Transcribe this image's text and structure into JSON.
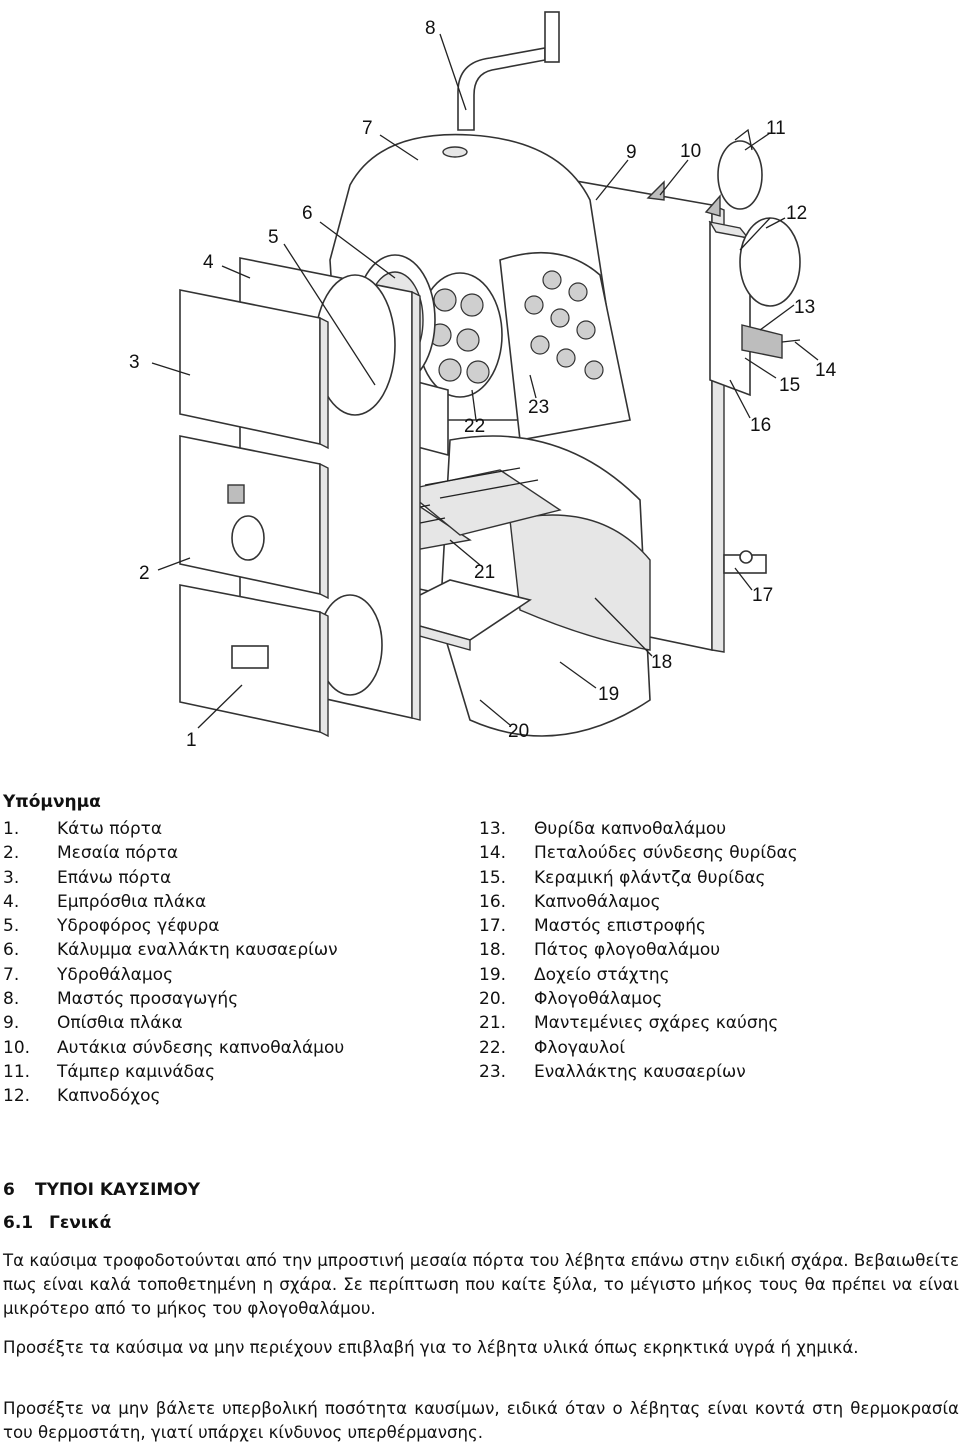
{
  "diagram": {
    "callouts": [
      "1",
      "2",
      "3",
      "4",
      "5",
      "6",
      "7",
      "8",
      "9",
      "10",
      "11",
      "12",
      "13",
      "14",
      "15",
      "16",
      "17",
      "18",
      "19",
      "20",
      "21",
      "22",
      "23"
    ]
  },
  "legend": {
    "title": "Υπόμνημα",
    "left": [
      {
        "num": "1.",
        "label": "Κάτω πόρτα"
      },
      {
        "num": "2.",
        "label": "Μεσαία πόρτα"
      },
      {
        "num": "3.",
        "label": "Επάνω πόρτα"
      },
      {
        "num": "4.",
        "label": "Εμπρόσθια πλάκα"
      },
      {
        "num": "5.",
        "label": "Υδροφόρος γέφυρα"
      },
      {
        "num": "6.",
        "label": "Κάλυμμα εναλλάκτη καυσαερίων"
      },
      {
        "num": "7.",
        "label": "Υδροθάλαμος"
      },
      {
        "num": "8.",
        "label": "Μαστός προσαγωγής"
      },
      {
        "num": "9.",
        "label": "Οπίσθια πλάκα"
      },
      {
        "num": "10.",
        "label": "Αυτάκια σύνδεσης καπνοθαλάμου"
      },
      {
        "num": "11.",
        "label": "Τάμπερ καμινάδας"
      },
      {
        "num": "12.",
        "label": "Καπνοδόχος"
      }
    ],
    "right": [
      {
        "num": "13.",
        "label": "Θυρίδα καπνοθαλάμου"
      },
      {
        "num": "14.",
        "label": "Πεταλούδες σύνδεσης θυρίδας"
      },
      {
        "num": "15.",
        "label": "Κεραμική φλάντζα θυρίδας"
      },
      {
        "num": "16.",
        "label": "Καπνοθάλαμος"
      },
      {
        "num": "17.",
        "label": "Μαστός επιστροφής"
      },
      {
        "num": "18.",
        "label": "Πάτος φλογοθαλάμου"
      },
      {
        "num": "19.",
        "label": "Δοχείο στάχτης"
      },
      {
        "num": "20.",
        "label": "Φλογοθάλαμος"
      },
      {
        "num": "21.",
        "label": "Μαντεμένιες σχάρες καύσης"
      },
      {
        "num": "22.",
        "label": "Φλογαυλοί"
      },
      {
        "num": "23.",
        "label": "Εναλλάκτης καυσαερίων"
      }
    ]
  },
  "section6": {
    "number": "6",
    "title": "ΤΥΠΟΙ ΚΑΥΣΙΜΟΥ"
  },
  "section61": {
    "number": "6.1",
    "title": "Γενικά"
  },
  "paragraphs": [
    "Τα καύσιμα τροφοδοτούνται από την μπροστινή μεσαία πόρτα του λέβητα επάνω στην ειδική σχάρα. Βεβαιωθείτε πως είναι καλά τοποθετημένη η σχάρα. Σε περίπτωση που καίτε ξύλα, το μέγιστο μήκος τους θα πρέπει να είναι μικρότερο από το μήκος του φλογοθαλάμου.",
    "Προσέξτε τα καύσιμα να μην περιέχουν επιβλαβή για το λέβητα υλικά όπως εκρηκτικά υγρά ή χημικά.",
    "Προσέξτε να μην βάλετε υπερβολική ποσότητα καυσίμων, ειδικά όταν ο λέβητας είναι κοντά στη θερμοκρασία του θερμοστάτη, γιατί υπάρχει κίνδυνος υπερθέρμανσης."
  ]
}
